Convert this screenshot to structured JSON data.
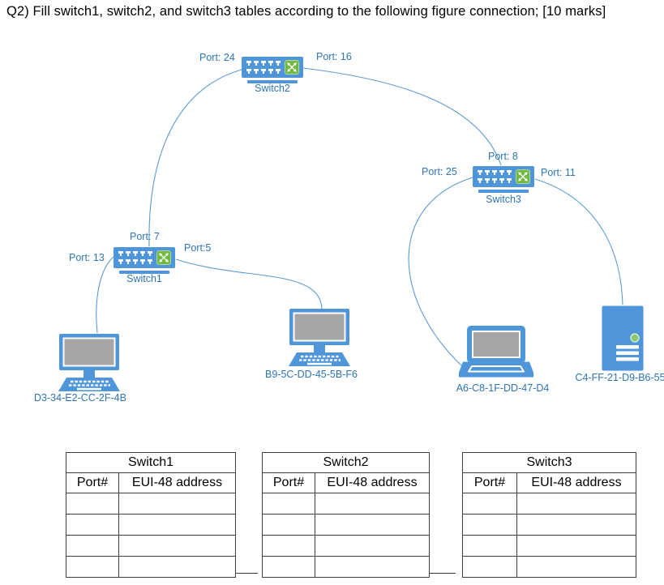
{
  "title": "Q2) Fill switch1, switch2, and switch3 tables according to the following figure connection; [10 marks]",
  "colors": {
    "device_blue": "#4E95D9",
    "line_blue": "#5B9BD5",
    "label_blue": "#2E75B6",
    "accent_green": "#72B944",
    "screen_gray": "#A6A6A6"
  },
  "diagram": {
    "switches": [
      {
        "name": "Switch1",
        "ports": {
          "top": "Port: 7",
          "left": "Port: 13",
          "right": "Port:5"
        }
      },
      {
        "name": "Switch2",
        "ports": {
          "left": "Port: 24",
          "right": "Port: 16"
        }
      },
      {
        "name": "Switch3",
        "ports": {
          "top": "Port: 8",
          "left": "Port: 25",
          "right": "Port: 11"
        }
      }
    ],
    "devices": [
      {
        "kind": "desktop-pc",
        "mac": "D3-34-E2-CC-2F-4B"
      },
      {
        "kind": "desktop-pc",
        "mac": "B9-5C-DD-45-5B-F6"
      },
      {
        "kind": "laptop",
        "mac": "A6-C8-1F-DD-47-D4"
      },
      {
        "kind": "server-tower",
        "mac": "C4-FF-21-D9-B6-55"
      }
    ],
    "connections": [
      {
        "from": "Switch2 Port 24",
        "to": "Switch1 Port 7"
      },
      {
        "from": "Switch2 Port 16",
        "to": "Switch3 Port 8"
      },
      {
        "from": "Switch1 Port 13",
        "to": "D3-34-E2-CC-2F-4B"
      },
      {
        "from": "Switch1 Port 5",
        "to": "B9-5C-DD-45-5B-F6"
      },
      {
        "from": "Switch3 Port 25",
        "to": "A6-C8-1F-DD-47-D4"
      },
      {
        "from": "Switch3 Port 11",
        "to": "C4-FF-21-D9-B6-55"
      }
    ]
  },
  "tables": [
    {
      "title": "Switch1",
      "col_port": "Port#",
      "col_addr": "EUI-48 address",
      "empty_rows": 4
    },
    {
      "title": "Switch2",
      "col_port": "Port#",
      "col_addr": "EUI-48 address",
      "empty_rows": 4
    },
    {
      "title": "Switch3",
      "col_port": "Port#",
      "col_addr": "EUI-48 address",
      "empty_rows": 4
    }
  ]
}
